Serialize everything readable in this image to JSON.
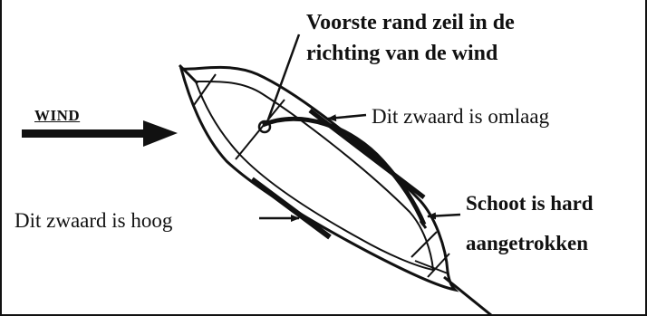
{
  "labels": {
    "wind": "WIND",
    "leading_edge_line1": "Voorste rand zeil in de",
    "leading_edge_line2": "richting van de wind",
    "board_down": "Dit zwaard is omlaag",
    "board_up": "Dit zwaard is hoog",
    "sheet_line1": "Schoot is hard",
    "sheet_line2": "aangetrokken"
  },
  "colors": {
    "ink": "#111111",
    "background": "#ffffff"
  }
}
